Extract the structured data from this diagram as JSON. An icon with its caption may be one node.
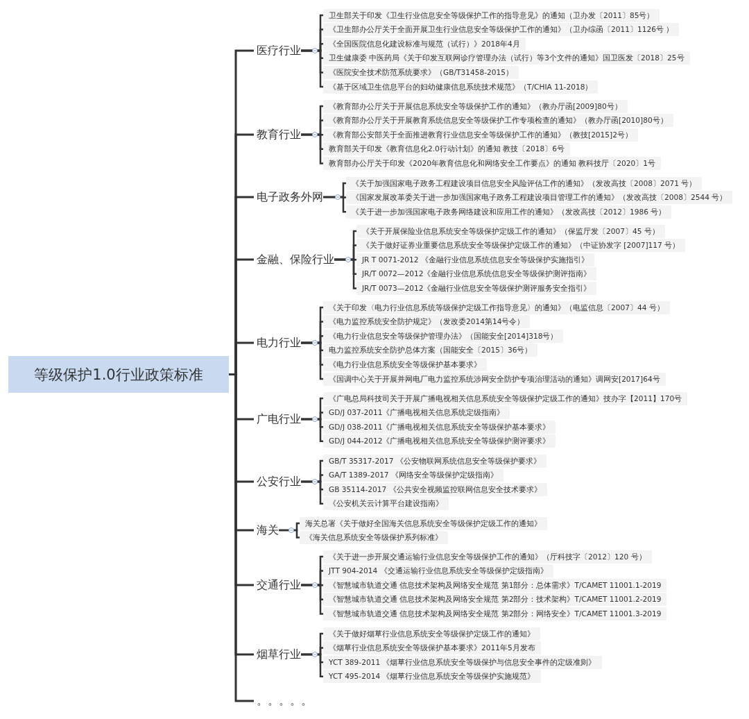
{
  "diagram": {
    "nodes": [
      {
        "text": [
          "等级保护1.0行业政策标准"
        ]
      },
      {
        "text": [
          "医疗行业"
        ]
      },
      {
        "text": [
          "卫生部关于印发《卫生行业信息安全等级保护工作的指导意见》的通知（卫办发〔2011〕85号）"
        ]
      },
      {
        "text": [
          "《卫生部办公厅关于全面开展卫生行业信息安全等级保护工作的通知》（卫办综函〔2011〕1126号 ）"
        ]
      },
      {
        "text": [
          "《全国医院信息化建设标准与规范（试行）》2018年4月"
        ]
      },
      {
        "text": [
          "卫生健康委 中医药局《关于印发互联网诊疗管理办法（试行）等3个文件的通知》国卫医发〔2018〕25号"
        ]
      },
      {
        "text": [
          "《医院安全技术防范系统要求》（GB/T31458-2015）"
        ]
      },
      {
        "text": [
          "《基于区域卫生信息平台的妇幼健康信息系统技术规范》（T/CHIA 11-2018）"
        ]
      },
      {
        "text": [
          "教育行业"
        ]
      },
      {
        "text": [
          "《教育部办公厅关于开展信息系统安全等级保护工作的通知》（教办厅函[2009]80号）"
        ]
      },
      {
        "text": [
          "《教育部办公厅关于开展教育系统信息安全等级保护工作专项检查的通知》（教办厅函[2010]80号）"
        ]
      },
      {
        "text": [
          "《教育部公安部关于全面推进教育行业信息安全等级保护工作的通知》（教技[2015]2号）"
        ]
      },
      {
        "text": [
          "教育部关于印发《教育信息化2.0行动计划》的通知 教技〔2018〕6号"
        ]
      },
      {
        "text": [
          "教育部办公厅关于印发《2020年教育信息化和网络安全工作要点》的通知 教科技厅〔2020〕1号"
        ]
      },
      {
        "text": [
          "电子政务外网"
        ]
      },
      {
        "text": [
          "《关于加强国家电子政务工程建设项目信息安全风险评估工作的通知》（发改高技〔2008〕2071 号）"
        ]
      },
      {
        "text": [
          "《国家发展改革委关于进一步加强国家电子政务工程建设项目管理工作的通知》（发改高技〔2008〕2544 号）"
        ]
      },
      {
        "text": [
          "《关于进一步加强国家电子政务网络建设和应用工作的通知》（发改高技〔2012〕1986 号）"
        ]
      },
      {
        "text": [
          "金融、保险行业"
        ]
      },
      {
        "text": [
          "《关于开展保险业信息系统安全等级保护定级工作的通知》（保监厅发〔2007〕45 号）"
        ]
      },
      {
        "text": [
          "《关于做好证券业重要信息系统安全等级保护定级工作的通知》（中证协发字 [2007]117 号）"
        ]
      },
      {
        "text": [
          "JR T 0071-2012 《金融行业信息系统信息安全等级保护实施指引》"
        ]
      },
      {
        "text": [
          "JR/T 0072—2012《金融行业信息系统信息安全等级保护测评指南》"
        ]
      },
      {
        "text": [
          "JR/T 0073—2012《金融行业信息安全等级保护测评服务安全指引》"
        ]
      },
      {
        "text": [
          "电力行业"
        ]
      },
      {
        "text": [
          "《关于印发〈电力行业信息系统等级保护定级工作指导意见〉的通知》（电监信息〔2007〕44 号）"
        ]
      },
      {
        "text": [
          "《电力监控系统安全防护规定》（发改委2014第14号令）"
        ]
      },
      {
        "text": [
          "《电力行业信息安全等级保护管理办法》（国能安全[2014]318号）"
        ]
      },
      {
        "text": [
          "电力监控系统安全防护总体方案（国能安全〔2015〕36号）"
        ]
      },
      {
        "text": [
          "《电力行业信息系统安全等级保护基本要求》"
        ]
      },
      {
        "text": [
          "《国调中心关于开展并网电厂电力监控系统涉网安全防护专项治理活动的通知》调网安[2017]64号"
        ]
      },
      {
        "text": [
          "广电行业"
        ]
      },
      {
        "text": [
          "《广电总局科技司关于开展广播电视相关信息系统安全等级保护定级工作的通知》技办字【2011】170号"
        ]
      },
      {
        "text": [
          "GD/J 037-2011《广播电视相关信息系统定级指南》"
        ]
      },
      {
        "text": [
          "GD/J 038-2011《广播电视相关信息系统安全等级保护基本要求》"
        ]
      },
      {
        "text": [
          "GD/J 044-2012《广播电视相关信息系统安全等级保护测评要求》"
        ]
      },
      {
        "text": [
          "公安行业"
        ]
      },
      {
        "text": [
          "GB/T 35317-2017 《公安物联网系统信息安全等级保护要求》"
        ]
      },
      {
        "text": [
          "GA/T 1389-2017 《网络安全等级保护定级指南》"
        ]
      },
      {
        "text": [
          "GB 35114-2017 《公共安全视频监控联网信息安全技术要求》"
        ]
      },
      {
        "text": [
          "《公安机关云计算平台建设指南》"
        ]
      },
      {
        "text": [
          "海关"
        ]
      },
      {
        "text": [
          "海关总署《关于做好全国海关信息系统安全等级保护定级工作的通知》"
        ]
      },
      {
        "text": [
          "《海关信息系统安全等级保护系列标准》"
        ]
      },
      {
        "text": [
          "交通行业"
        ]
      },
      {
        "text": [
          "《关于进一步开展交通运输行业信息安全等级保护工作的通知》（厅科技字〔2012〕120 号）"
        ]
      },
      {
        "text": [
          "JTT 904-2014 《交通运输行业信息系统安全等级保护定级指南》"
        ]
      },
      {
        "text": [
          "《智慧城市轨道交通 信息技术架构及网络安全规范 第1部分：总体需求》T/CAMET 11001.1-2019"
        ]
      },
      {
        "text": [
          "《智慧城市轨道交通 信息技术架构及网络安全规范 第2部分：技术架构》T/CAMET 11001.2-2019"
        ]
      },
      {
        "text": [
          "《智慧城市轨道交通 信息技术架构及网络安全规范 第2部分：网络安全》T/CAMET 11001.3-2019"
        ]
      },
      {
        "text": [
          "烟草行业"
        ]
      },
      {
        "text": [
          "《关于做好烟草行业信息系统安全等级保护定级工作的通知》"
        ]
      },
      {
        "text": [
          "《烟草行业信息系统安全等级保护基本要求》2011年5月发布"
        ]
      },
      {
        "text": [
          "YCT 389-2011 《烟草行业信息系统安全等级保护与信息安全事件的定级准则》"
        ]
      },
      {
        "text": [
          "YCT 495-2014 《烟草行业信息系统安全等级保护实施规范》"
        ]
      },
      {
        "text": [
          "。。。。。"
        ]
      }
    ],
    "edges": [
      {
        "from": 0,
        "to": 1,
        "arrow": "none"
      },
      {
        "from": 1,
        "to": 2,
        "arrow": "none"
      },
      {
        "from": 1,
        "to": 3,
        "arrow": "none"
      },
      {
        "from": 1,
        "to": 4,
        "arrow": "none"
      },
      {
        "from": 1,
        "to": 5,
        "arrow": "none"
      },
      {
        "from": 1,
        "to": 6,
        "arrow": "none"
      },
      {
        "from": 1,
        "to": 7,
        "arrow": "none"
      },
      {
        "from": 0,
        "to": 8,
        "arrow": "none"
      },
      {
        "from": 8,
        "to": 9,
        "arrow": "none"
      },
      {
        "from": 8,
        "to": 10,
        "arrow": "none"
      },
      {
        "from": 8,
        "to": 11,
        "arrow": "none"
      },
      {
        "from": 8,
        "to": 12,
        "arrow": "none"
      },
      {
        "from": 8,
        "to": 13,
        "arrow": "none"
      },
      {
        "from": 0,
        "to": 14,
        "arrow": "none"
      },
      {
        "from": 14,
        "to": 15,
        "arrow": "none"
      },
      {
        "from": 14,
        "to": 16,
        "arrow": "none"
      },
      {
        "from": 14,
        "to": 17,
        "arrow": "none"
      },
      {
        "from": 0,
        "to": 18,
        "arrow": "none"
      },
      {
        "from": 18,
        "to": 19,
        "arrow": "none"
      },
      {
        "from": 18,
        "to": 20,
        "arrow": "none"
      },
      {
        "from": 18,
        "to": 21,
        "arrow": "none"
      },
      {
        "from": 18,
        "to": 22,
        "arrow": "none"
      },
      {
        "from": 18,
        "to": 23,
        "arrow": "none"
      },
      {
        "from": 0,
        "to": 24,
        "arrow": "none"
      },
      {
        "from": 24,
        "to": 25,
        "arrow": "none"
      },
      {
        "from": 24,
        "to": 26,
        "arrow": "none"
      },
      {
        "from": 24,
        "to": 27,
        "arrow": "none"
      },
      {
        "from": 24,
        "to": 28,
        "arrow": "none"
      },
      {
        "from": 24,
        "to": 29,
        "arrow": "none"
      },
      {
        "from": 24,
        "to": 30,
        "arrow": "none"
      },
      {
        "from": 0,
        "to": 31,
        "arrow": "none"
      },
      {
        "from": 31,
        "to": 32,
        "arrow": "none"
      },
      {
        "from": 31,
        "to": 33,
        "arrow": "none"
      },
      {
        "from": 31,
        "to": 34,
        "arrow": "none"
      },
      {
        "from": 31,
        "to": 35,
        "arrow": "none"
      },
      {
        "from": 0,
        "to": 36,
        "arrow": "none"
      },
      {
        "from": 36,
        "to": 37,
        "arrow": "none"
      },
      {
        "from": 36,
        "to": 38,
        "arrow": "none"
      },
      {
        "from": 36,
        "to": 39,
        "arrow": "none"
      },
      {
        "from": 36,
        "to": 40,
        "arrow": "none"
      },
      {
        "from": 0,
        "to": 41,
        "arrow": "none"
      },
      {
        "from": 41,
        "to": 42,
        "arrow": "none"
      },
      {
        "from": 41,
        "to": 43,
        "arrow": "none"
      },
      {
        "from": 0,
        "to": 44,
        "arrow": "none"
      },
      {
        "from": 44,
        "to": 45,
        "arrow": "none"
      },
      {
        "from": 44,
        "to": 46,
        "arrow": "none"
      },
      {
        "from": 44,
        "to": 47,
        "arrow": "none"
      },
      {
        "from": 44,
        "to": 48,
        "arrow": "none"
      },
      {
        "from": 44,
        "to": 49,
        "arrow": "none"
      },
      {
        "from": 0,
        "to": 50,
        "arrow": "none"
      },
      {
        "from": 50,
        "to": 51,
        "arrow": "none"
      },
      {
        "from": 50,
        "to": 52,
        "arrow": "none"
      },
      {
        "from": 50,
        "to": 53,
        "arrow": "none"
      },
      {
        "from": 50,
        "to": 54,
        "arrow": "none"
      },
      {
        "from": 0,
        "to": 55,
        "arrow": "none"
      }
    ]
  }
}
